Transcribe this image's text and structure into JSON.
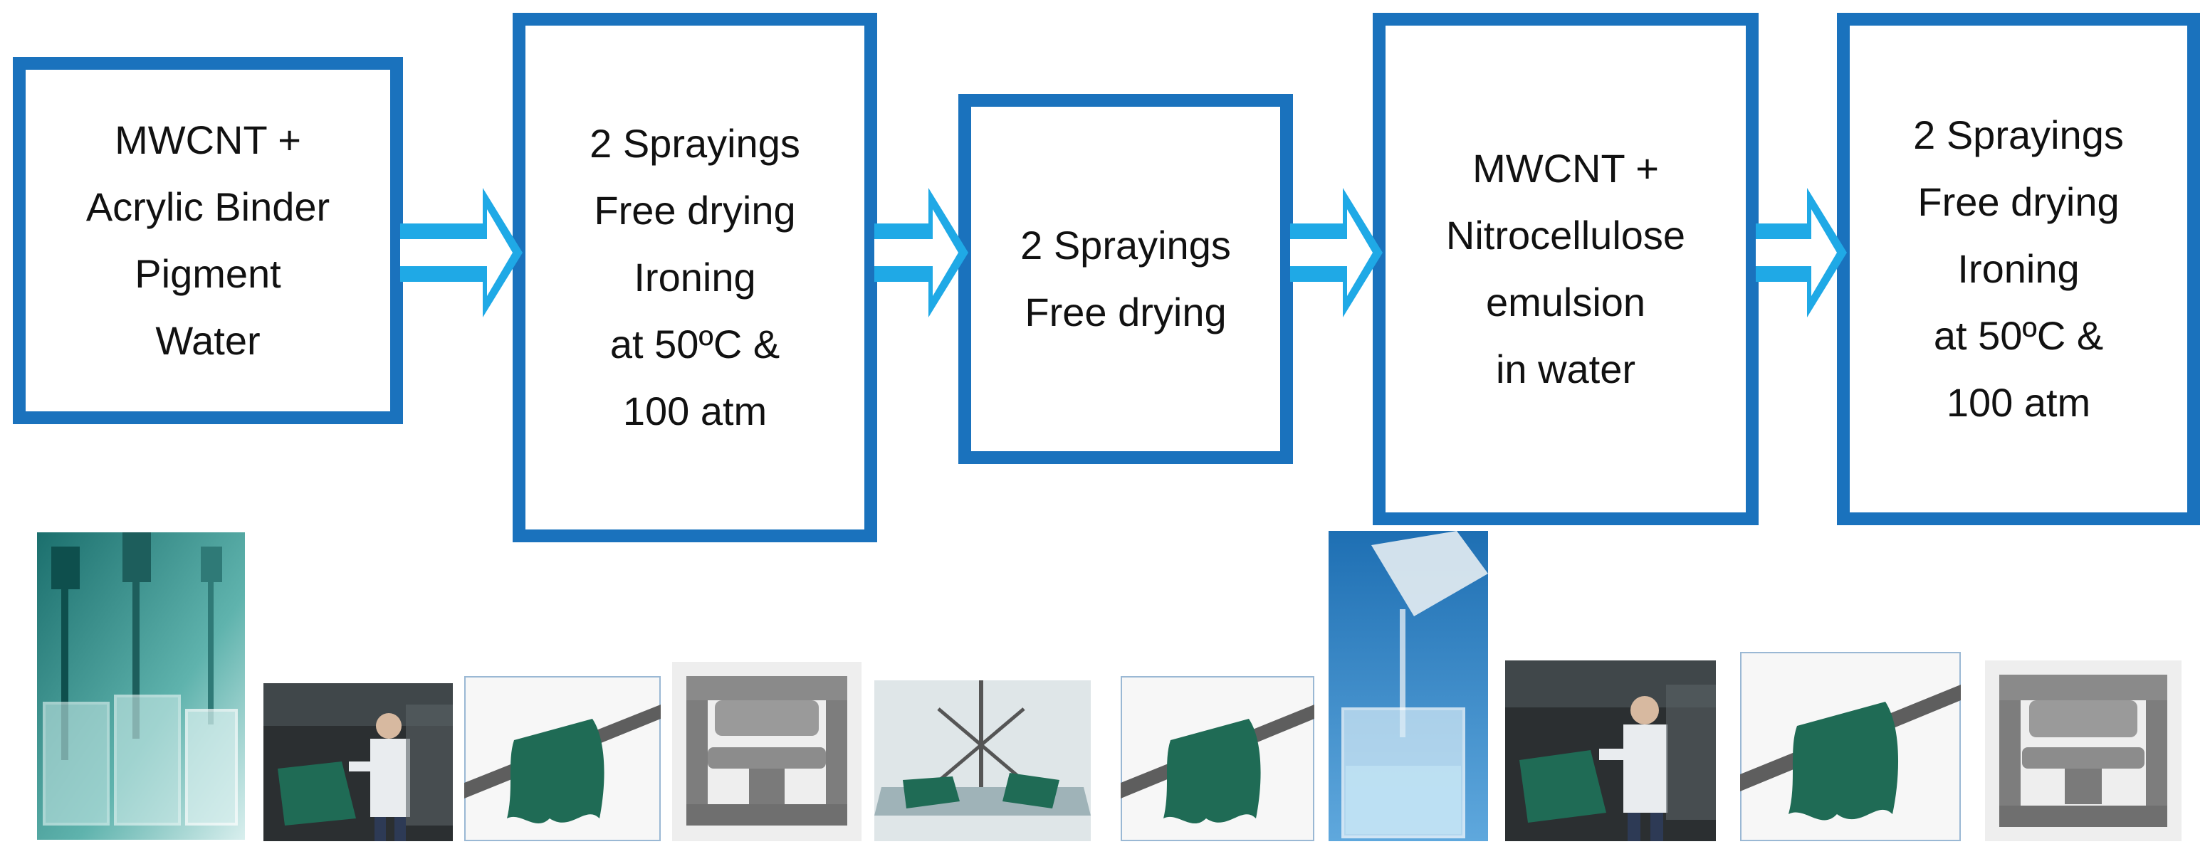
{
  "colors": {
    "box_border": "#1a72bd",
    "arrow_fill": "#1fa9e6",
    "leather_green": "#1f6b55"
  },
  "steps": [
    {
      "lines": [
        "MWCNT +",
        "Acrylic Binder",
        "Pigment",
        "Water"
      ]
    },
    {
      "lines": [
        "2 Sprayings",
        "Free drying",
        "Ironing",
        "at 50ºC &",
        "100 atm"
      ]
    },
    {
      "lines": [
        "2 Sprayings",
        "Free drying"
      ]
    },
    {
      "lines": [
        "MWCNT +",
        "Nitrocellulose",
        "emulsion",
        "in water"
      ]
    },
    {
      "lines": [
        "2 Sprayings",
        "Free drying",
        "Ironing",
        "at 50ºC &",
        "100 atm"
      ]
    }
  ],
  "photos": [
    {
      "icon": "lab-mixer-image"
    },
    {
      "icon": "spraying-worker-image"
    },
    {
      "icon": "hanging-leather-image"
    },
    {
      "icon": "ironing-press-image"
    },
    {
      "icon": "drying-frame-image"
    },
    {
      "icon": "hanging-leather-image"
    },
    {
      "icon": "pouring-beaker-image"
    },
    {
      "icon": "spraying-worker-image"
    },
    {
      "icon": "hanging-leather-image"
    },
    {
      "icon": "ironing-press-image"
    }
  ]
}
